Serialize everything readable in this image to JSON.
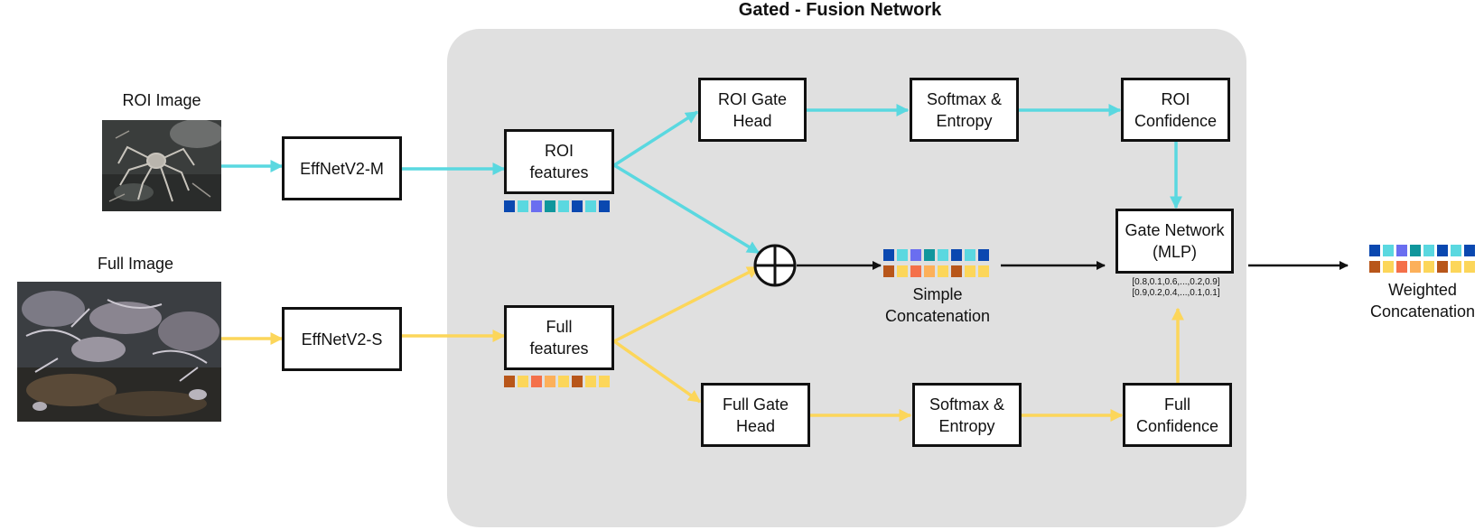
{
  "title": "Gated - Fusion Network",
  "inputs": {
    "roi_image_label": "ROI Image",
    "full_image_label": "Full Image"
  },
  "backbones": {
    "roi": "EffNetV2-M",
    "full": "EffNetV2-S"
  },
  "features": {
    "roi": "ROI\nfeatures",
    "full": "Full\nfeatures"
  },
  "gate_heads": {
    "roi": "ROI Gate\nHead",
    "full": "Full Gate\nHead"
  },
  "softmax": {
    "roi": "Softmax &\nEntropy",
    "full": "Softmax &\nEntropy"
  },
  "confidence": {
    "roi": "ROI\nConfidence",
    "full": "Full\nConfidence"
  },
  "gate_network": {
    "label": "Gate Network\n(MLP)",
    "weights_row1": "[0.8,0.1,0.6,...,0.2,0.9]",
    "weights_row2": "[0.9,0.2,0.4,...,0.1,0.1]"
  },
  "concat": {
    "simple": "Simple\nConcatenation",
    "weighted": "Weighted\nConcatenation"
  },
  "colors": {
    "roi_stream": "#5ad8e0",
    "full_stream": "#fcd65a",
    "panel": "#e0e0e0",
    "roi_swatches": [
      "#0a48b0",
      "#5ad8e0",
      "#6a6ef0",
      "#10969c",
      "#5ad8e0",
      "#0a48b0",
      "#5ad8e0",
      "#0a48b0"
    ],
    "full_swatches": [
      "#b8561a",
      "#fcd65a",
      "#f4704a",
      "#fcb05a",
      "#fcd65a",
      "#b8561a",
      "#fcd65a",
      "#fcd65a"
    ]
  }
}
